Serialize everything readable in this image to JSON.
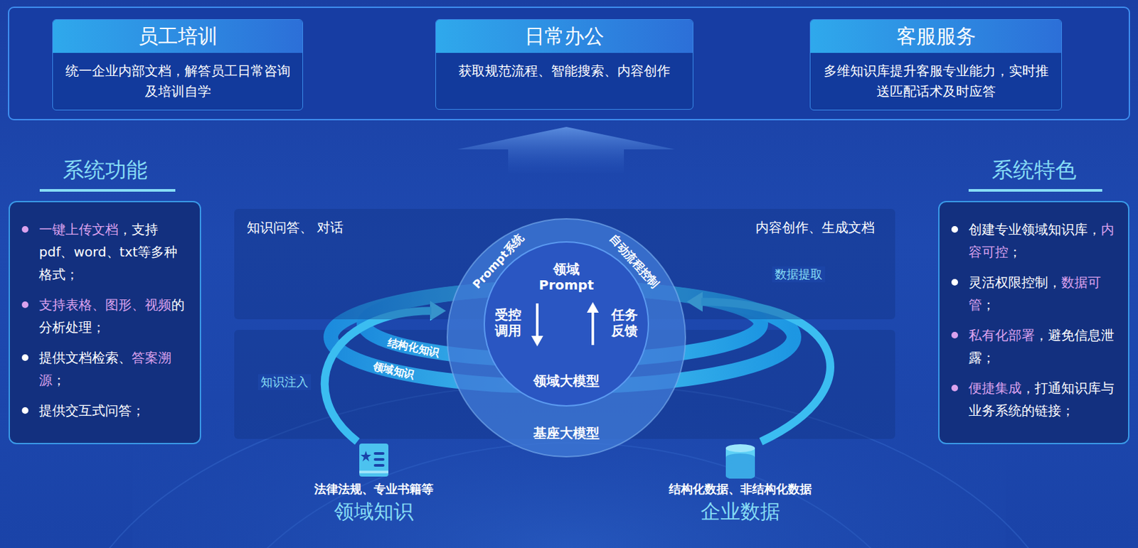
{
  "diagram": {
    "nodes": [
      {
        "text": [
          "员工培训",
          "统一企业内部文档，解答员工日常咨询及培训自学"
        ]
      },
      {
        "text": [
          "日常办公",
          "获取规范流程、智能搜索、内容创作"
        ]
      },
      {
        "text": [
          "客服服务",
          "多维知识库提升客服专业能力，实时推送匹配话术及时应答"
        ]
      },
      {
        "text": [
          "系统功能",
          "一键上传文档",
          "，支持pdf、word、txt等多种格式；",
          "支持表格、图形、视频",
          "的分析处理；",
          "提供文档检索、",
          "答案溯源",
          "；",
          "提供交互式问答；"
        ]
      },
      {
        "text": [
          "系统特色",
          "创建专业领域知识库，",
          "内容可控",
          "；",
          "灵活权限控制，",
          "数据可管",
          "；",
          "私有化部署",
          "，避免信息泄露；",
          "便捷集成",
          "，打通知识库与业务系统的链接；"
        ]
      },
      {
        "text": [
          "知识问答、 对话",
          "内容创作、生成文档"
        ]
      },
      {
        "text": [
          "Prompt系统",
          "自动流程控制",
          "基座大模型"
        ]
      },
      {
        "text": [
          "领域 Prompt",
          "受控调用",
          "任务反馈",
          "领域大模型"
        ],
        "in": 6
      },
      {
        "text": [
          "法律法规、专业书籍等",
          "领域知识"
        ]
      },
      {
        "text": [
          "结构化数据、非结构化数据",
          "企业数据"
        ]
      }
    ],
    "edges": [
      {
        "from": 8,
        "to": 6,
        "arrow": "to",
        "label": "知识注入"
      },
      {
        "from": 9,
        "to": 6,
        "arrow": "to",
        "label": "数据提取"
      }
    ],
    "labels": [
      "结构化知识",
      "领域知识"
    ]
  }
}
